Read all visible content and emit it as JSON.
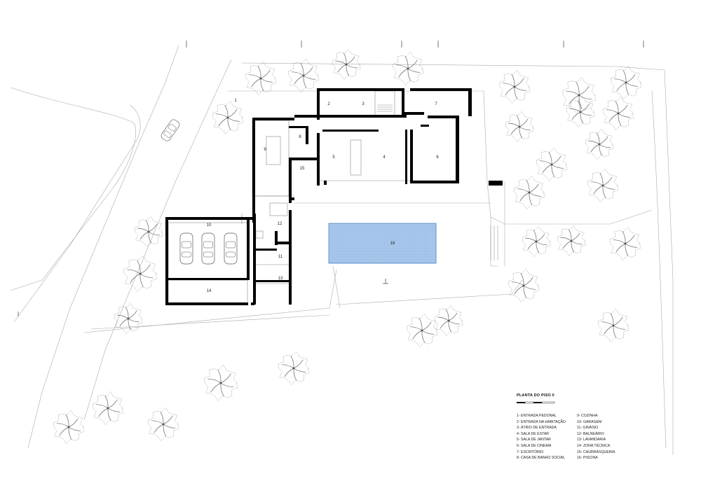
{
  "legend": {
    "title": "PLANTA DO PISO 0",
    "col1": [
      "1- ENTRADA PEDONAL",
      "2- ENTRADA NA HABITAÇÃO",
      "3- ÁTRIO DE ENTRADA",
      "4- SALA DE ESTAR",
      "5- SALA DE JANTAR",
      "6- SALA DE CINEMA",
      "7- ESCRITÓRIO",
      "8- CASA DE BANHO SOCIAL"
    ],
    "col2": [
      "9- COZINHA",
      "10- GARAGEM",
      "11- GINÁSIO",
      "12- BALNEÁRIO",
      "13- LAVANDARIA",
      "14- ZONA TÉCNICA",
      "15- CHURRASQUEIRA",
      "16- PISCINA"
    ]
  },
  "rooms": {
    "r1": "1",
    "r2": "2",
    "r3": "3",
    "r4": "4",
    "r5": "5",
    "r6": "6",
    "r7": "7",
    "r8": "8",
    "r9": "9",
    "r10": "10",
    "r11": "11",
    "r12": "12",
    "r13": "13",
    "r14": "14",
    "r15": "15",
    "r16": "16"
  },
  "colors": {
    "wall": "#000000",
    "line": "#9a9a9a",
    "pool_fill": "#a9c7ec",
    "pool_stroke": "#4a7fc0",
    "tree": "#8a8a8a"
  },
  "trees": [
    [
      372,
      112,
      24
    ],
    [
      433,
      108,
      24
    ],
    [
      494,
      92,
      22
    ],
    [
      582,
      98,
      24
    ],
    [
      325,
      168,
      24
    ],
    [
      734,
      124,
      24
    ],
    [
      826,
      136,
      26
    ],
    [
      893,
      118,
      24
    ],
    [
      741,
      181,
      22
    ],
    [
      828,
      160,
      22
    ],
    [
      882,
      162,
      24
    ],
    [
      855,
      206,
      22
    ],
    [
      787,
      235,
      24
    ],
    [
      860,
      265,
      24
    ],
    [
      755,
      275,
      24
    ],
    [
      212,
      331,
      22
    ],
    [
      200,
      391,
      26
    ],
    [
      183,
      455,
      22
    ],
    [
      602,
      472,
      24
    ],
    [
      640,
      458,
      22
    ],
    [
      747,
      408,
      24
    ],
    [
      815,
      344,
      22
    ],
    [
      765,
      345,
      22
    ],
    [
      892,
      348,
      24
    ],
    [
      875,
      465,
      24
    ],
    [
      419,
      526,
      24
    ],
    [
      315,
      547,
      26
    ],
    [
      154,
      583,
      24
    ],
    [
      98,
      610,
      24
    ],
    [
      233,
      606,
      24
    ]
  ],
  "cars": [
    [
      266,
      355
    ],
    [
      297,
      355
    ],
    [
      329,
      355
    ]
  ]
}
